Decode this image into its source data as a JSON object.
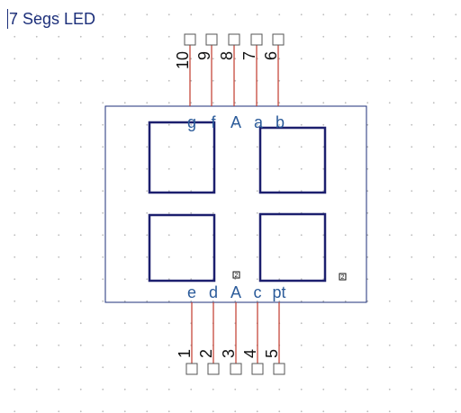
{
  "title": "7 Segs LED",
  "top_pins": [
    {
      "number": "10",
      "label": "g"
    },
    {
      "number": "9",
      "label": "f"
    },
    {
      "number": "8",
      "label": "A"
    },
    {
      "number": "7",
      "label": "a"
    },
    {
      "number": "6",
      "label": "b"
    }
  ],
  "bottom_pins": [
    {
      "number": "1",
      "label": "e"
    },
    {
      "number": "2",
      "label": "d"
    },
    {
      "number": "3",
      "label": "A"
    },
    {
      "number": "4",
      "label": "c"
    },
    {
      "number": "5",
      "label": "pt"
    }
  ],
  "segment_marker": "2",
  "colors": {
    "wire": "#c0392b",
    "body_outline": "#1c2f7a",
    "segment": "#1c1f6e",
    "pin_label": "#2b5b9a",
    "pin_number": "#111111",
    "pad": "#555555"
  }
}
